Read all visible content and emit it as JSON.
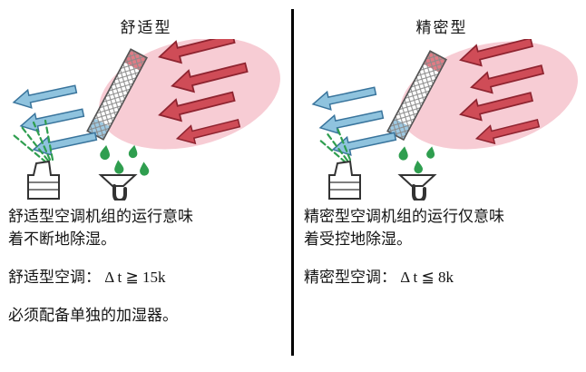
{
  "left": {
    "title": "舒适型",
    "description_line1": "舒适型空调机组的运行意味",
    "description_line2": "着不断地除湿。",
    "formula": "舒适型空调： Δ t ≧ 15k",
    "note": "必须配备单独的加湿器。"
  },
  "right": {
    "title": "精密型",
    "description_line1": "精密型空调机组的运行仅意味",
    "description_line2": "着受控地除湿。",
    "formula": "精密型空调： Δ t ≦ 8k"
  },
  "colors": {
    "warm_arrow": "#cf4c57",
    "warm_arrow_outline": "#8e2430",
    "cool_arrow": "#8fc3de",
    "cool_arrow_outline": "#39749c",
    "condensate_green": "#2f9e4f",
    "warm_zone_pink": "#f7ccd4",
    "divider": "#000000"
  }
}
